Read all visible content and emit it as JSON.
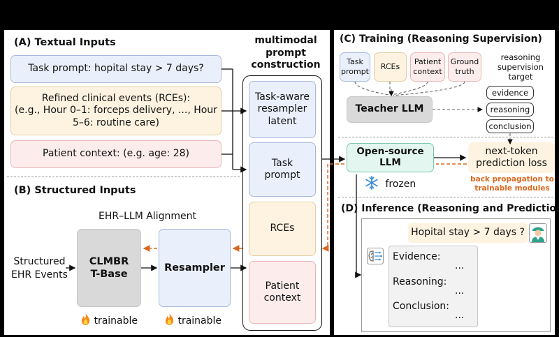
{
  "textual": {
    "title": "(A) Textual Inputs",
    "task_prompt": "Task prompt: hopital stay > 7 days?",
    "rce_line1": "Refined clinical events (RCEs):",
    "rce_line2": "(e.g., Hour 0–1: forceps delivery, ..., Hour",
    "rce_line3": "5–6: routine care)",
    "patient_context": "Patient context: (e.g. age: 28)"
  },
  "structured": {
    "title": "(B) Structured Inputs",
    "alignment_label": "EHR–LLM Alignment",
    "ehr_events_line1": "Structured",
    "ehr_events_line2": "EHR Events",
    "clmbr_line1": "CLMBR",
    "clmbr_line2": "T-Base",
    "resampler": "Resampler",
    "trainable_1": "trainable",
    "trainable_2": "trainable"
  },
  "prompt_construction": {
    "title_line1": "multimodal",
    "title_line2": "prompt",
    "title_line3": "construction",
    "latent_line1": "Task-aware",
    "latent_line2": "resampler",
    "latent_line3": "latent",
    "task_line1": "Task",
    "task_line2": "prompt",
    "rces": "RCEs",
    "patient_line1": "Patient",
    "patient_line2": "context"
  },
  "training": {
    "title": "(C) Training (Reasoning Supervision)",
    "inputs": {
      "task_line1": "Task",
      "task_line2": "prompt",
      "rces": "RCEs",
      "patient_line1": "Patient",
      "patient_line2": "context",
      "ground_line1": "Ground",
      "ground_line2": "truth"
    },
    "target_line1": "reasoning",
    "target_line2": "supervision",
    "target_line3": "target",
    "teacher": "Teacher LLM",
    "evidence": "evidence",
    "reasoning": "reasoning",
    "conclusion": "conclusion",
    "open_source_line1": "Open-source",
    "open_source_line2": "LLM",
    "frozen": "frozen",
    "loss_line1": "next-token",
    "loss_line2": "prediction loss",
    "backprop_line1": "back propagation to",
    "backprop_line2": "trainable modules"
  },
  "inference": {
    "title": "(D) Inference (Reasoning and Prediction)",
    "query": "Hopital stay > 7 days ?",
    "evidence_label": "Evidence:",
    "reasoning_label": "Reasoning:",
    "conclusion_label": "Conclusion:",
    "ellipsis": "..."
  },
  "colors": {
    "blue_fill": "#eaf0fb",
    "blue_border": "#aab8de",
    "yellow_fill": "#fdf3e0",
    "yellow_border": "#e3cfa5",
    "pink_fill": "#fdecec",
    "pink_border": "#e8b8b8",
    "teal_fill": "#e4f6f0",
    "teal_border": "#7cc8ae",
    "gray_fill": "#d9d9d9",
    "backprop_orange": "#d9681e"
  },
  "icons": [
    "fire-icon",
    "snowflake-icon",
    "doctor-icon",
    "ai-brain-icon"
  ]
}
